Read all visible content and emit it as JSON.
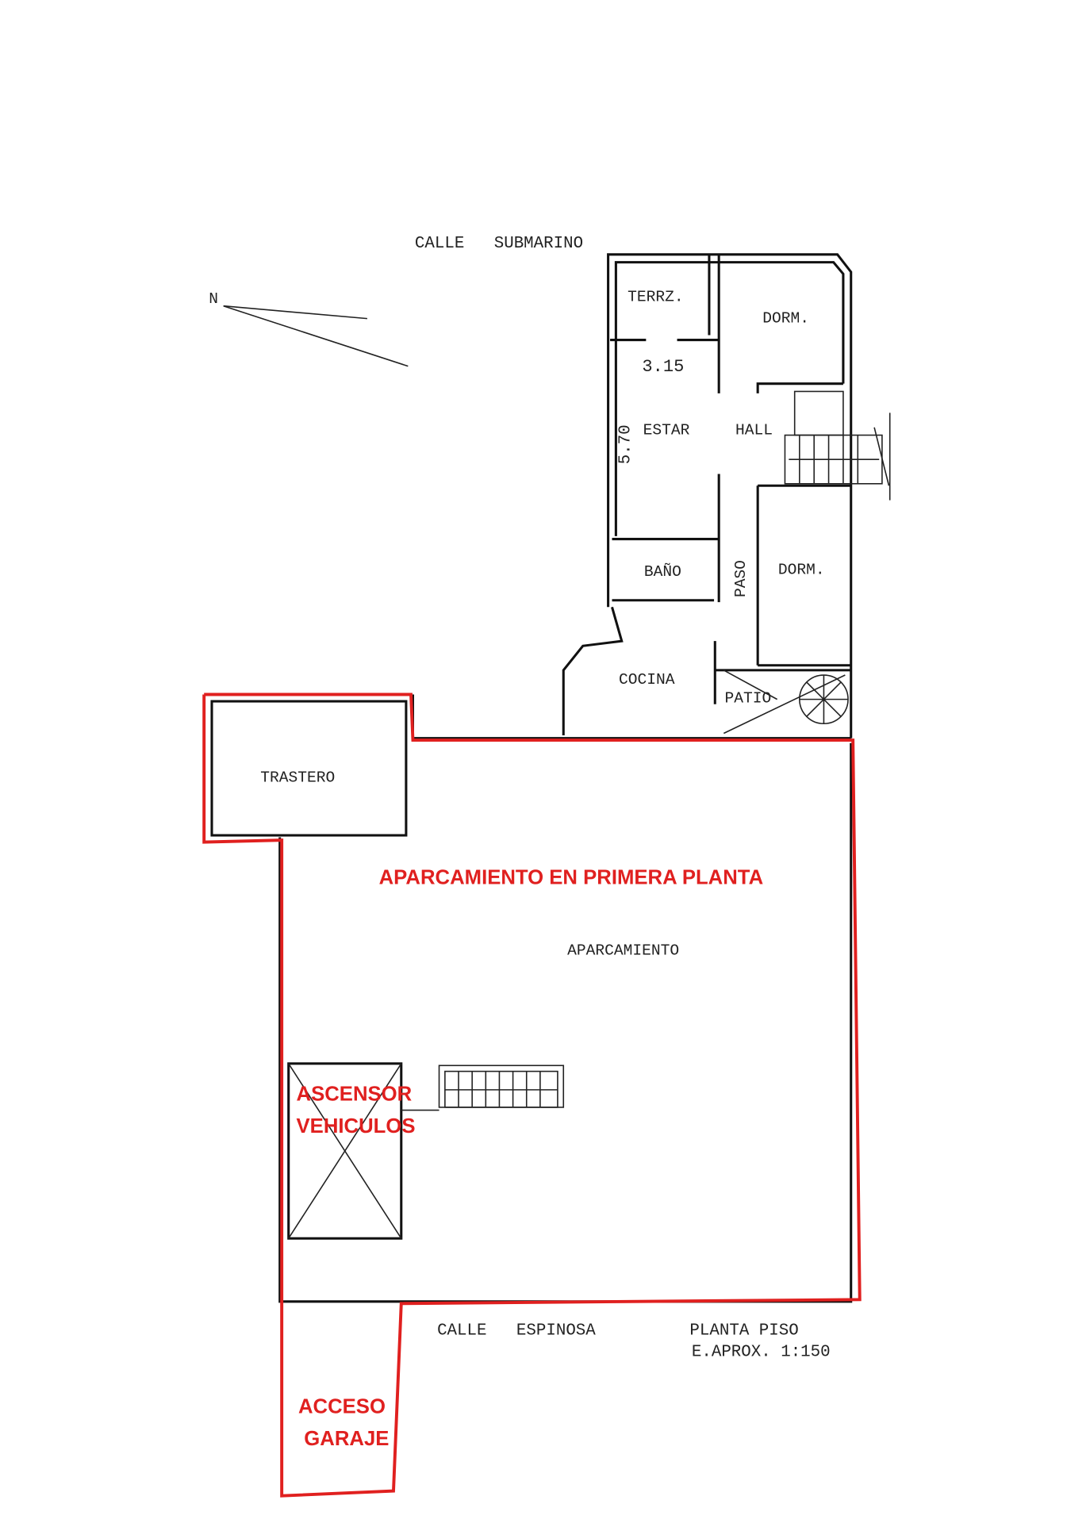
{
  "plan": {
    "street_top": "CALLE   SUBMARINO",
    "street_bottom": "CALLE   ESPINOSA",
    "north": "N",
    "title": "PLANTA PISO",
    "scale": "E.APROX. 1:150",
    "rooms": {
      "terraza": "TERRZ.",
      "dorm1": "DORM.",
      "dim_width": "3.15",
      "dim_length": "5.70",
      "estar": "ESTAR",
      "hall": "HALL",
      "bano": "BAÑO",
      "paso": "PASO",
      "dorm2": "DORM.",
      "cocina": "COCINA",
      "patio": "PATIO",
      "trastero": "TRASTERO",
      "aparcamiento": "APARCAMIENTO"
    }
  },
  "annotations": {
    "parking_first_floor": "APARCAMIENTO EN PRIMERA PLANTA",
    "elevator_line1": "ASCENSOR",
    "elevator_line2": "VEHICULOS",
    "access_line1": "ACCESO",
    "access_line2": "GARAJE",
    "color": "#e0201f"
  }
}
